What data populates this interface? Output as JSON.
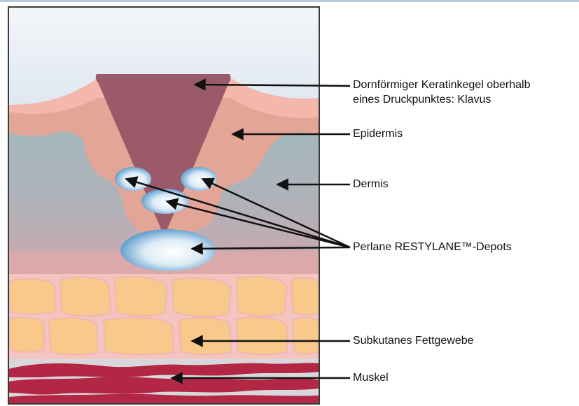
{
  "labels": {
    "klavus_line1": "Dornförmiger Keratinkegel oberhalb",
    "klavus_line2": "eines Druckpunktes: Klavus",
    "epidermis": "Epidermis",
    "dermis": "Dermis",
    "depots": "Perlane RESTYLANE™-Depots",
    "fettgewebe": "Subkutanes Fettgewebe",
    "muskel": "Muskel"
  },
  "colors": {
    "top_band": "#dbe3ee",
    "epidermis": "#e9a598",
    "dermis": "#a8b3bd",
    "keratin_cone": "#9b5a6a",
    "fat": "#f8c98c",
    "fat_gap": "#f4c7c3",
    "muscle": "#b32745",
    "depot": "#6aa9d8",
    "arrow": "#111111"
  },
  "icons": [
    "arrow-icon"
  ]
}
